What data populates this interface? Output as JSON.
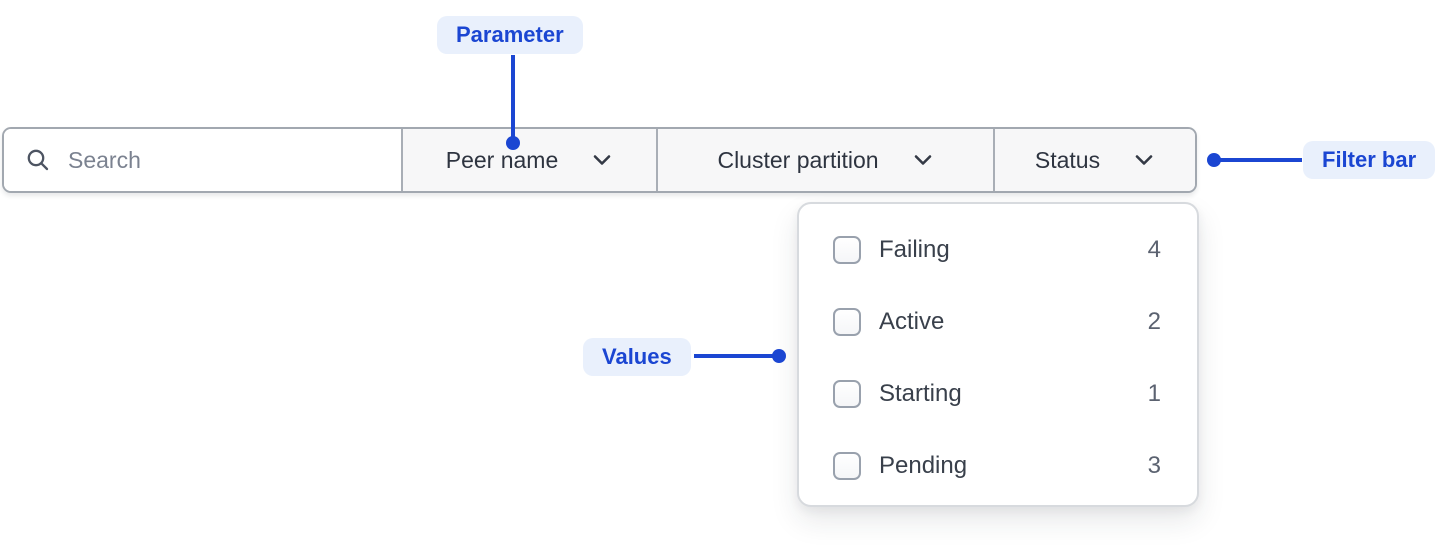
{
  "colors": {
    "annotation_blue": "#1b46d2",
    "annotation_pill_bg": "#e9f0fc",
    "bar_border": "#a2a8b0",
    "segment_bg": "#f7f7f8",
    "panel_border": "#d7dade",
    "label_text": "#2e3440",
    "count_text": "#5b6270"
  },
  "annotations": {
    "parameter": {
      "label": "Parameter"
    },
    "filter_bar": {
      "label": "Filter bar"
    },
    "values": {
      "label": "Values"
    }
  },
  "filter_bar": {
    "search": {
      "placeholder": "Search",
      "value": "",
      "icon": "search-icon"
    },
    "dropdowns": [
      {
        "label": "Peer name",
        "icon": "chevron-down-icon"
      },
      {
        "label": "Cluster partition",
        "icon": "chevron-down-icon"
      },
      {
        "label": "Status",
        "icon": "chevron-down-icon",
        "expanded": true
      }
    ]
  },
  "status_menu": {
    "options": [
      {
        "label": "Failing",
        "count": "4",
        "checked": false
      },
      {
        "label": "Active",
        "count": "2",
        "checked": false
      },
      {
        "label": "Starting",
        "count": "1",
        "checked": false
      },
      {
        "label": "Pending",
        "count": "3",
        "checked": false
      }
    ]
  }
}
